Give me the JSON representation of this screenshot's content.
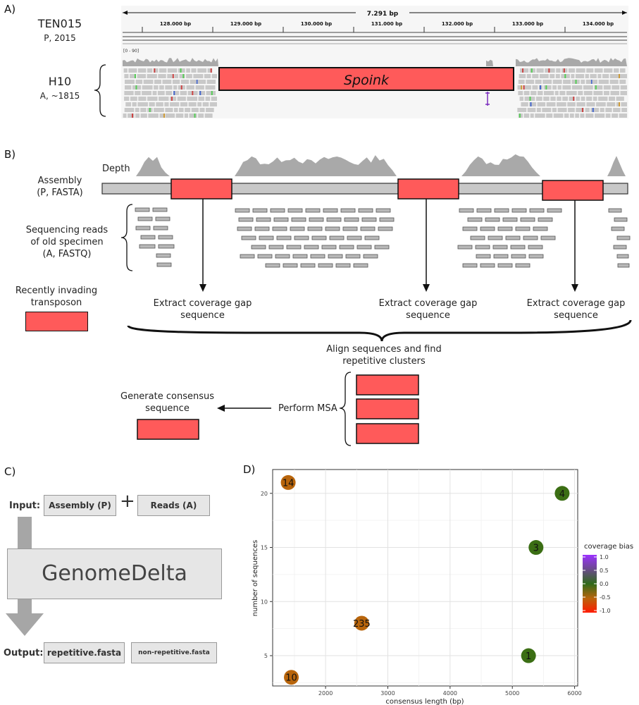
{
  "panels": {
    "a": "A)",
    "b": "B)",
    "c": "C)",
    "d": "D)"
  },
  "panel_a": {
    "span_label": "7.291 bp",
    "ticks": [
      "128.000 bp",
      "129.000 bp",
      "130.000 bp",
      "131.000 bp",
      "132.000 bp",
      "133.000 bp",
      "134.000 bp"
    ],
    "range_label": "[0 - 90]",
    "sample_top_name": "TEN015",
    "sample_top_meta": "P, 2015",
    "sample_bottom_name": "H10",
    "sample_bottom_meta": "A, ~1815",
    "transposon_label": "Spoink"
  },
  "panel_b": {
    "depth_label": "Depth",
    "assembly_label_1": "Assembly",
    "assembly_label_2": "(P, FASTA)",
    "reads_label_1": "Sequencing reads",
    "reads_label_2": "of old specimen",
    "reads_label_3": "(A, FASTQ)",
    "transposon_label_1": "Recently invading",
    "transposon_label_2": "transposon",
    "extract_1_line1": "Extract coverage gap",
    "extract_1_line2": "sequence",
    "extract_2_line1": "Extract coverage gap",
    "extract_2_line2": "sequence",
    "extract_3_line1": "Extract coverage gap",
    "extract_3_line2": "sequence",
    "align_line1": "Align sequences and find",
    "align_line2": "repetitive clusters",
    "msa_label": "Perform MSA",
    "consensus_line1": "Generate consensus",
    "consensus_line2": "sequence"
  },
  "panel_c": {
    "input_label": "Input:",
    "input_1": "Assembly (P)",
    "plus": "+",
    "input_2": "Reads (A)",
    "tool_name": "GenomeDelta",
    "output_label": "Output:",
    "output_1": "repetitive.fasta",
    "output_2": "non-repetitive.fasta"
  },
  "colors": {
    "transposon": "#ff5a5a",
    "read": "#b8b8b8",
    "coverage": "#a9a9a9"
  },
  "chart_data": {
    "type": "scatter",
    "title": "",
    "xlabel": "consensus length (bp)",
    "ylabel": "number of sequences",
    "xlim": [
      1150,
      6050
    ],
    "ylim": [
      2.2,
      22.2
    ],
    "xticks": [
      2000,
      3000,
      4000,
      5000,
      6000
    ],
    "yticks": [
      5,
      10,
      15,
      20
    ],
    "grid": true,
    "legend": {
      "title": "coverage bias",
      "placement": "right",
      "ticks": [
        "1.0",
        "0.5",
        "0.0",
        "-0.5",
        "-1.0"
      ]
    },
    "points": [
      {
        "x": 1400,
        "y": 21,
        "label": "14",
        "color": "#b8650c"
      },
      {
        "x": 5800,
        "y": 20,
        "label": "4",
        "color": "#3b6e14"
      },
      {
        "x": 5380,
        "y": 15,
        "label": "3",
        "color": "#3b6e14"
      },
      {
        "x": 2580,
        "y": 8,
        "label": "235",
        "color": "#b8650c"
      },
      {
        "x": 5260,
        "y": 5,
        "label": "1",
        "color": "#3b6e14"
      },
      {
        "x": 1450,
        "y": 3,
        "label": "10",
        "color": "#b8650c"
      }
    ]
  }
}
